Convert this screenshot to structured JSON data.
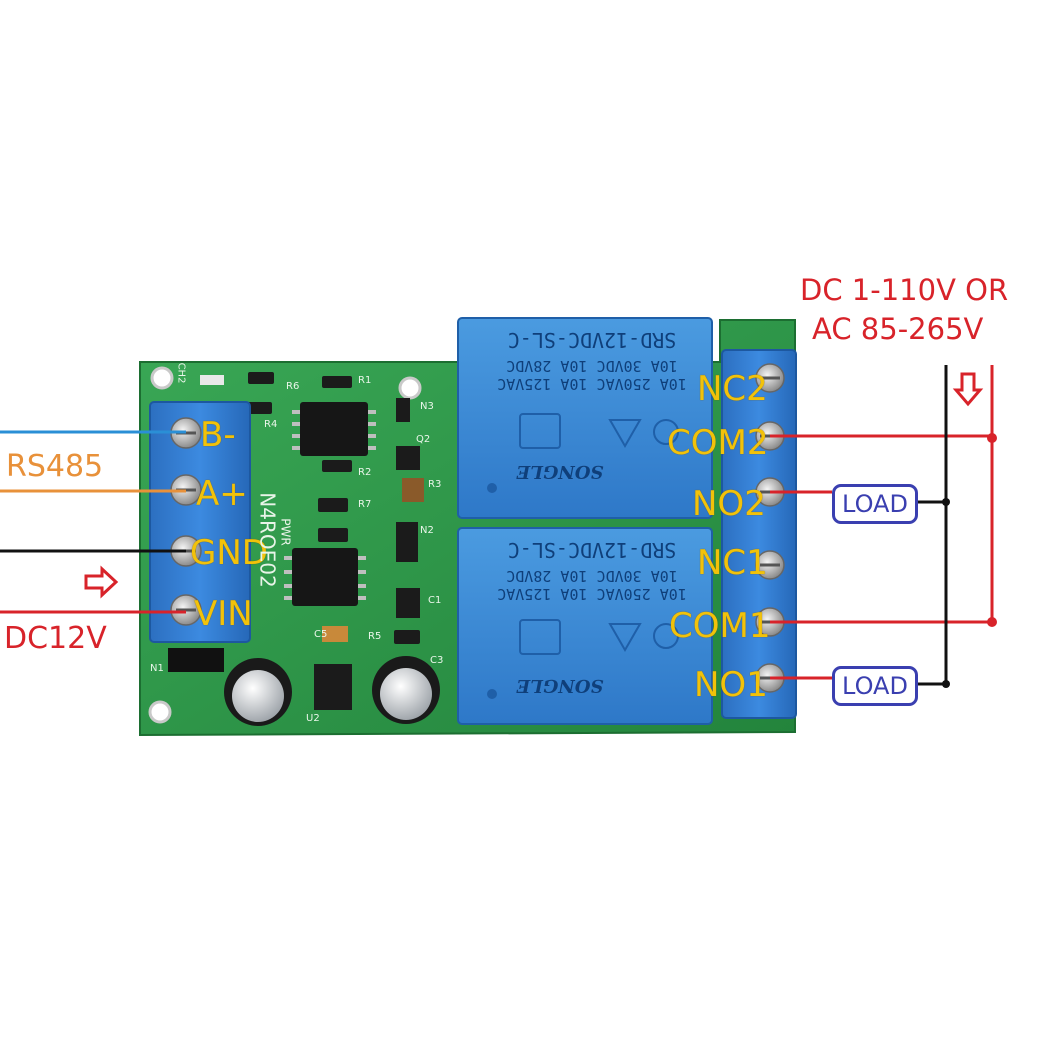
{
  "input_labels": {
    "rs485": "RS485",
    "dc12v": "DC12V"
  },
  "input_pins": [
    "B-",
    "A+",
    "GND",
    "VIN"
  ],
  "output_pins": [
    "NC2",
    "COM2",
    "NO2",
    "NC1",
    "COM1",
    "NO1"
  ],
  "supply_label": {
    "line1": "DC 1-110V OR",
    "line2": "AC 85-265V"
  },
  "load_labels": [
    "LOAD",
    "LOAD"
  ],
  "relay_text": {
    "model": "SRD-12VDC-SL-C",
    "ratings": [
      "10A 250VAC  10A 125VAC",
      "10A 30VDC  10A 28VDC"
    ],
    "brand": "SONGLE"
  },
  "board_text": {
    "model": "N4ROE02",
    "pwr": "PWR"
  },
  "silkscreen": [
    "R6",
    "R1",
    "R4",
    "N3",
    "Q2",
    "R2",
    "R3",
    "R7",
    "N2",
    "C1",
    "C5",
    "R5",
    "C3",
    "U2",
    "N1",
    "CH2"
  ],
  "colors": {
    "wire_blue": "#2a8fd6",
    "wire_orange": "#e8913a",
    "wire_black": "#111111",
    "wire_red": "#d8232a",
    "pin_text": "#f2c20a",
    "load_text": "#3a3fb0",
    "pcb": "#2f9b4a",
    "relay": "#3d8ed8",
    "terminal": "#2d7fd0"
  }
}
